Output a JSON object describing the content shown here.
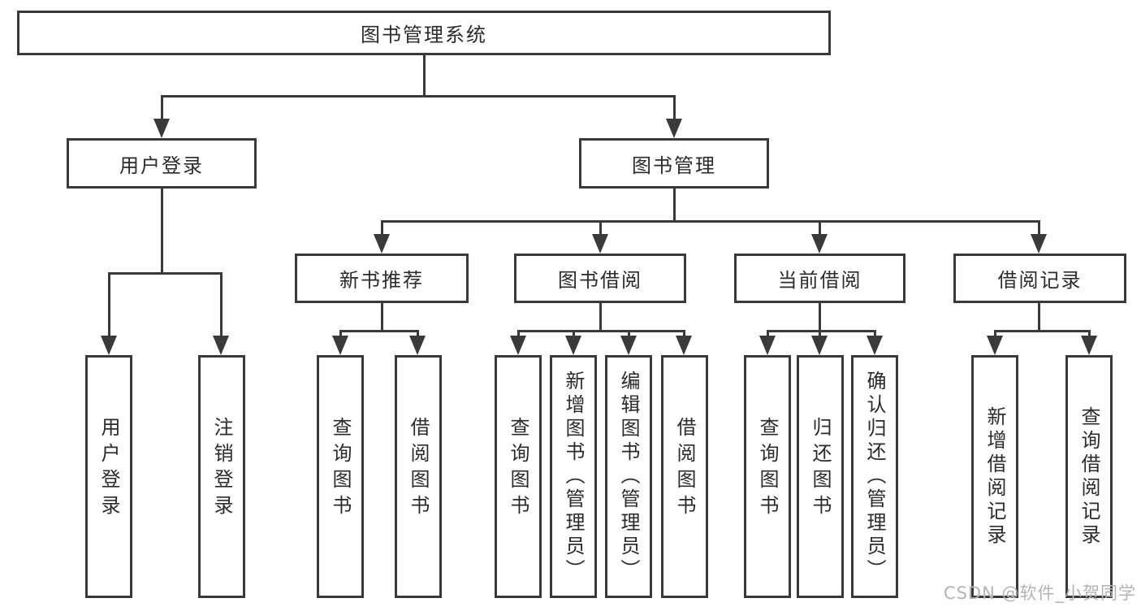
{
  "diagram_title": "图书管理系统",
  "nodes": {
    "root": "图书管理系统",
    "user_login": "用户登录",
    "book_mgmt": "图书管理",
    "new_books": "新书推荐",
    "book_borrow": "图书借阅",
    "current_borrow": "当前借阅",
    "borrow_records": "借阅记录"
  },
  "leaves": {
    "user_login": [
      "用户登录",
      "注销登录"
    ],
    "new_books": [
      "查询图书",
      "借阅图书"
    ],
    "book_borrow": [
      "查询图书",
      "新增图书（管理员）",
      "编辑图书（管理员）",
      "借阅图书"
    ],
    "current_borrow": [
      "查询图书",
      "归还图书",
      "确认归还（管理员）"
    ],
    "borrow_records": [
      "新增借阅记录",
      "查询借阅记录"
    ]
  },
  "colors": {
    "line": "#3a3a3a",
    "text": "#2b2b2b",
    "watermark": "#b4b4b4",
    "background": "#ffffff"
  },
  "watermark": "CSDN @软件_小贺同学"
}
